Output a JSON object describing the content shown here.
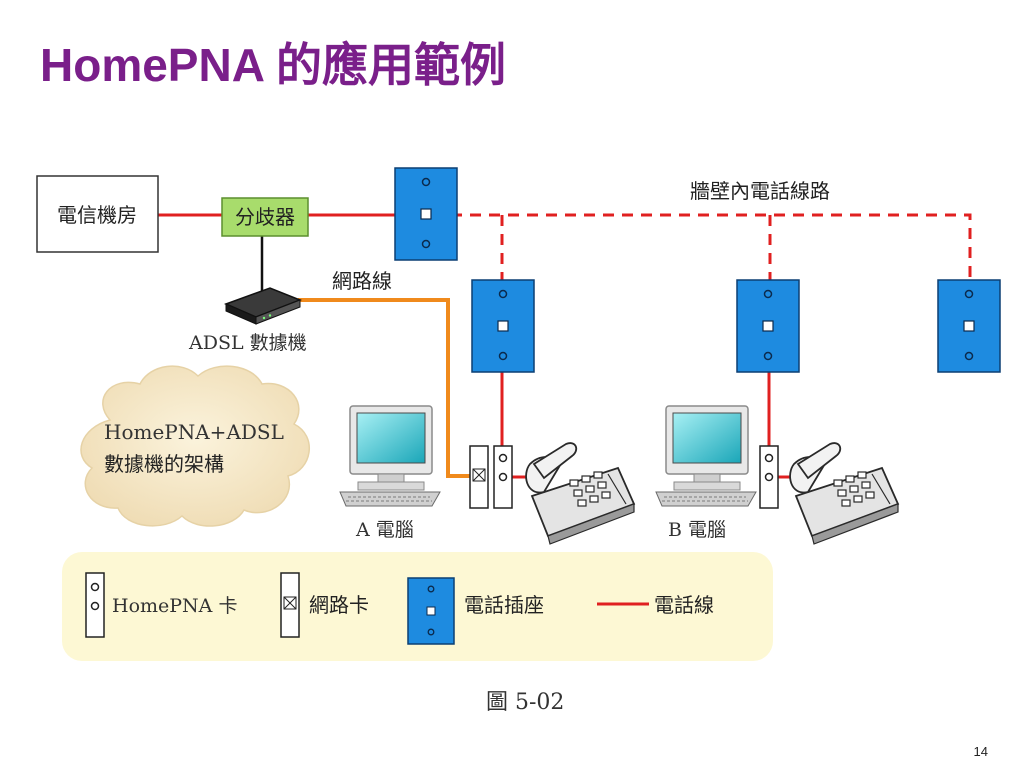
{
  "title": "HomePNA 的應用範例",
  "diagram": {
    "telecom_room": "電信機房",
    "splitter": "分歧器",
    "adsl_modem": "ADSL 數據機",
    "network_cable": "網路線",
    "in_wall_phone_line": "牆壁內電話線路",
    "cloud_line1": "HomePNA+ADSL",
    "cloud_line2": "數據機的架構",
    "pc_a": "A 電腦",
    "pc_b": "B 電腦"
  },
  "legend": {
    "homepna_card": "HomePNA 卡",
    "network_card": "網路卡",
    "phone_jack": "電話插座",
    "phone_line": "電話線"
  },
  "caption": "圖 5-02",
  "page_number": "14",
  "colors": {
    "title": "#7a1f8a",
    "phone_line": "#e02020",
    "network_cable": "#f08a1c",
    "jack": "#1e8be0",
    "splitter": "#a8dc6c",
    "legend_bg": "#fdf8d4",
    "cloud": "#f4e8c8"
  }
}
